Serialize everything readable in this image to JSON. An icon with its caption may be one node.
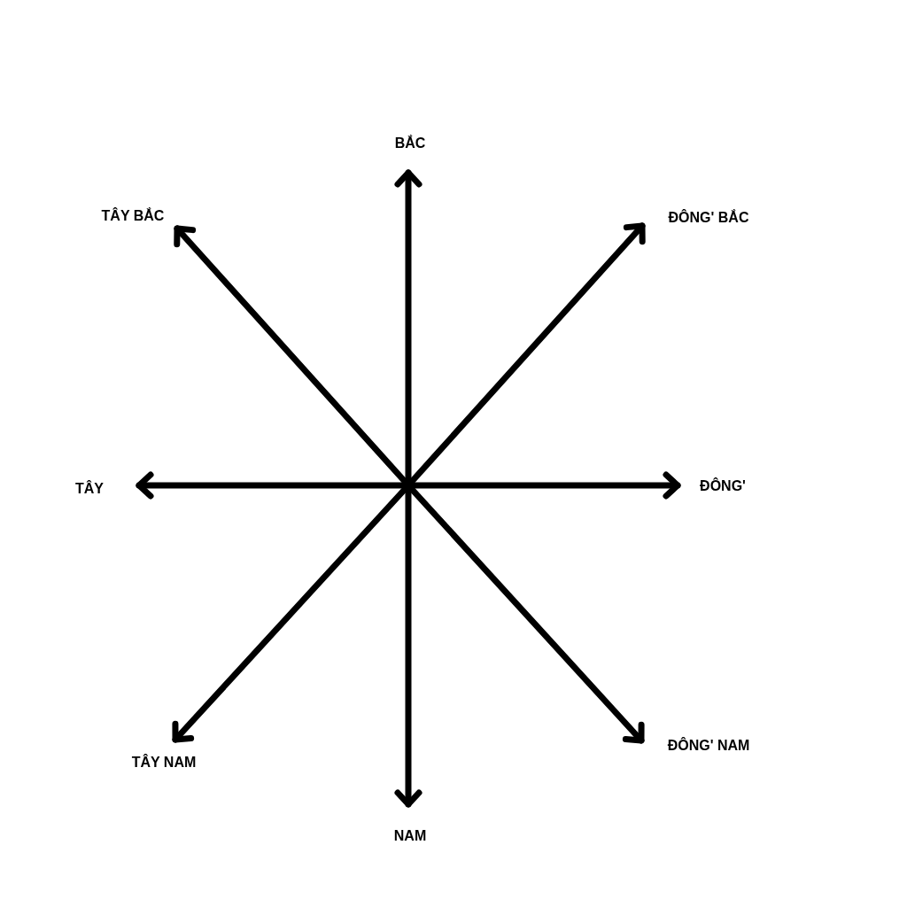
{
  "diagram": {
    "nodes": [
      {
        "text": [
          "BẮC"
        ]
      },
      {
        "text": [
          "TÂY BẮC"
        ]
      },
      {
        "text": [
          "ĐÔNG' BẮC"
        ]
      },
      {
        "text": [
          "TÂY"
        ]
      },
      {
        "text": [
          "ĐÔNG'"
        ]
      },
      {
        "text": [
          "TÂY NAM"
        ]
      },
      {
        "text": [
          "ĐÔNG' NAM"
        ]
      },
      {
        "text": [
          "NAM"
        ]
      }
    ],
    "edges": [
      {
        "from": null,
        "to": 0,
        "arrow": "to"
      },
      {
        "from": null,
        "to": 1,
        "arrow": "to"
      },
      {
        "from": null,
        "to": 2,
        "arrow": "to"
      },
      {
        "from": null,
        "to": 3,
        "arrow": "to"
      },
      {
        "from": null,
        "to": 4,
        "arrow": "to"
      },
      {
        "from": null,
        "to": 5,
        "arrow": "to"
      },
      {
        "from": null,
        "to": 6,
        "arrow": "to"
      },
      {
        "from": null,
        "to": 7,
        "arrow": "to"
      }
    ]
  }
}
